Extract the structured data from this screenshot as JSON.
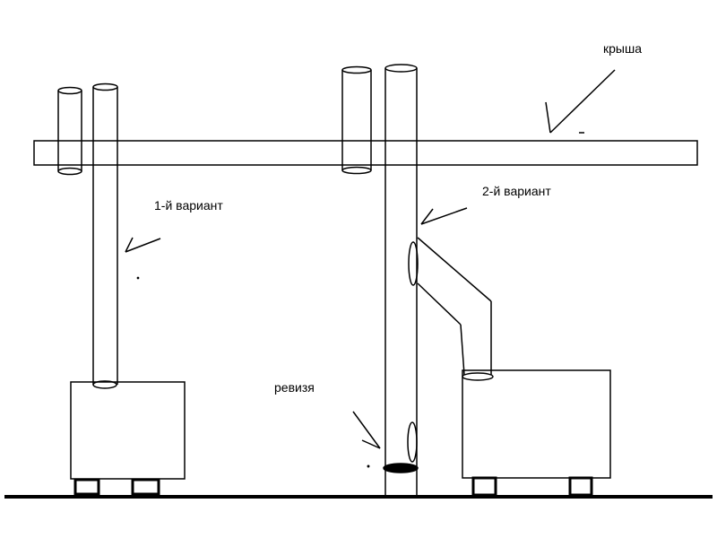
{
  "diagram": {
    "labels": {
      "roof": "крыша",
      "option1": "1-й вариант",
      "option2": "2-й вариант",
      "revision": "ревизя"
    },
    "colors": {
      "stroke": "#000000",
      "background": "#ffffff"
    }
  }
}
